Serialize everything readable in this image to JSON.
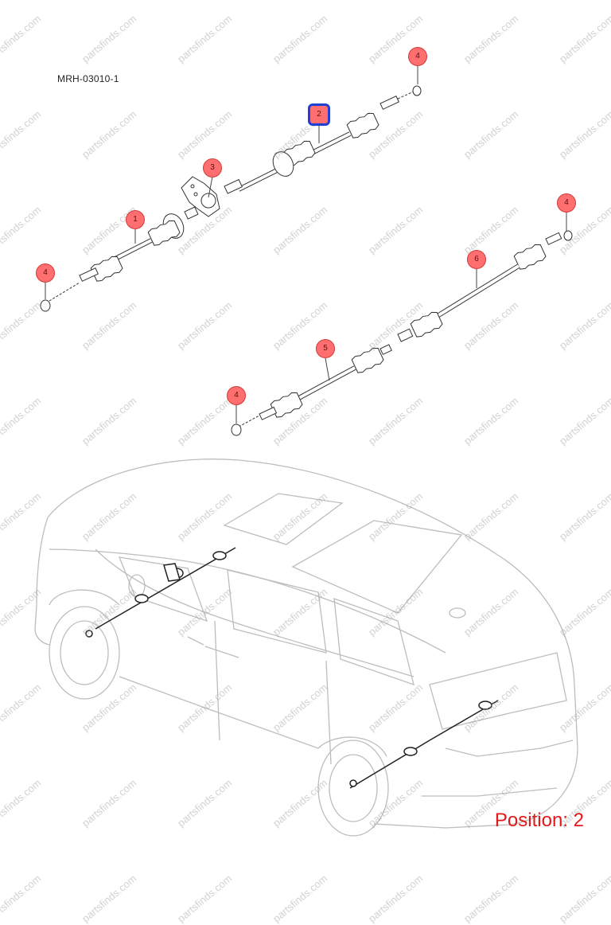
{
  "diagram": {
    "part_code": "MRH-03010-1",
    "position_prefix": "Position:",
    "position_value": "2",
    "watermark_text": "partsfinds.com",
    "callouts": [
      {
        "id": "callout-4-top",
        "label": "4",
        "selected": false
      },
      {
        "id": "callout-2",
        "label": "2",
        "selected": true
      },
      {
        "id": "callout-3",
        "label": "3",
        "selected": false
      },
      {
        "id": "callout-1",
        "label": "1",
        "selected": false
      },
      {
        "id": "callout-4-left",
        "label": "4",
        "selected": false
      },
      {
        "id": "callout-4-right",
        "label": "4",
        "selected": false
      },
      {
        "id": "callout-6",
        "label": "6",
        "selected": false
      },
      {
        "id": "callout-5",
        "label": "5",
        "selected": false
      },
      {
        "id": "callout-4-lower",
        "label": "4",
        "selected": false
      }
    ],
    "colors": {
      "callout_fill": "#ff6f6f",
      "callout_border": "#d23a3a",
      "selected_border": "#1f3fd6",
      "position_text": "#e0191a",
      "line": "#333333"
    }
  }
}
